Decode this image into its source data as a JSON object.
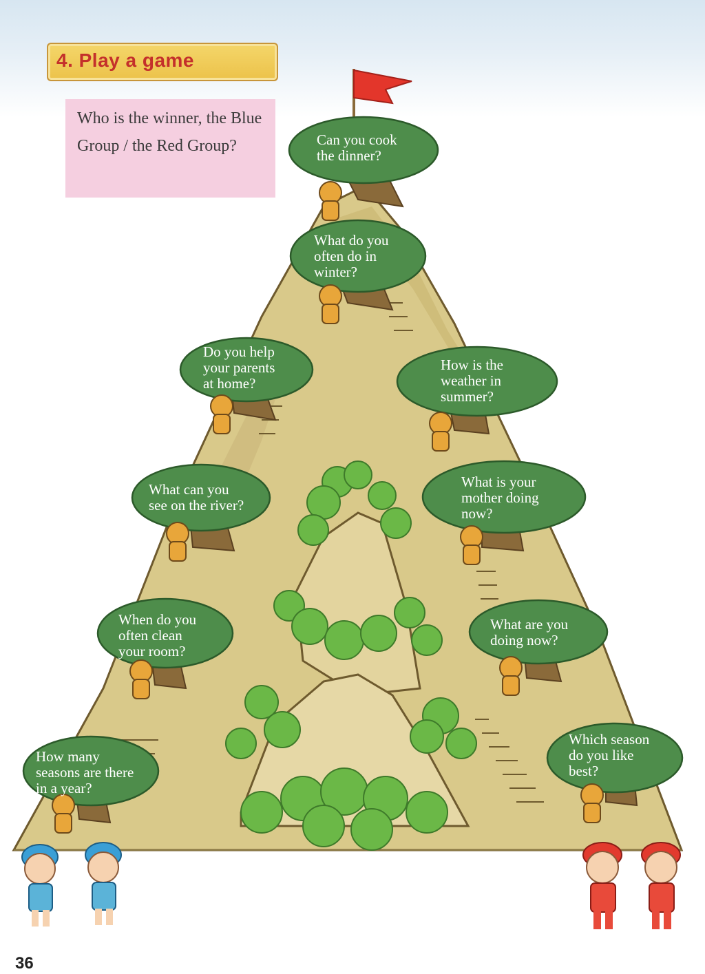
{
  "header": {
    "title": "4. Play a game"
  },
  "prompt": {
    "text": "Who is the winner, the Blue Group / the Red Group?"
  },
  "questions": [
    "Can you cook\nthe dinner?",
    "What do you\noften do in\nwinter?",
    "Do you help\nyour parents\nat home?",
    "How is the\nweather in\nsummer?",
    "What can you\nsee on the river?",
    "What is your\nmother doing\nnow?",
    "When do you\noften clean\nyour room?",
    "What are you\ndoing now?",
    "How many\nseasons are there\nin a year?",
    "Which season\ndo you like\nbest?"
  ],
  "groups": {
    "blue_color": "#3a9fd6",
    "red_color": "#e23a2e"
  },
  "colors": {
    "mountain": "#d9c98a",
    "bush": "#6bb847",
    "tree": "#4e8d4b",
    "flag": "#e3362b"
  },
  "page_number": "36"
}
